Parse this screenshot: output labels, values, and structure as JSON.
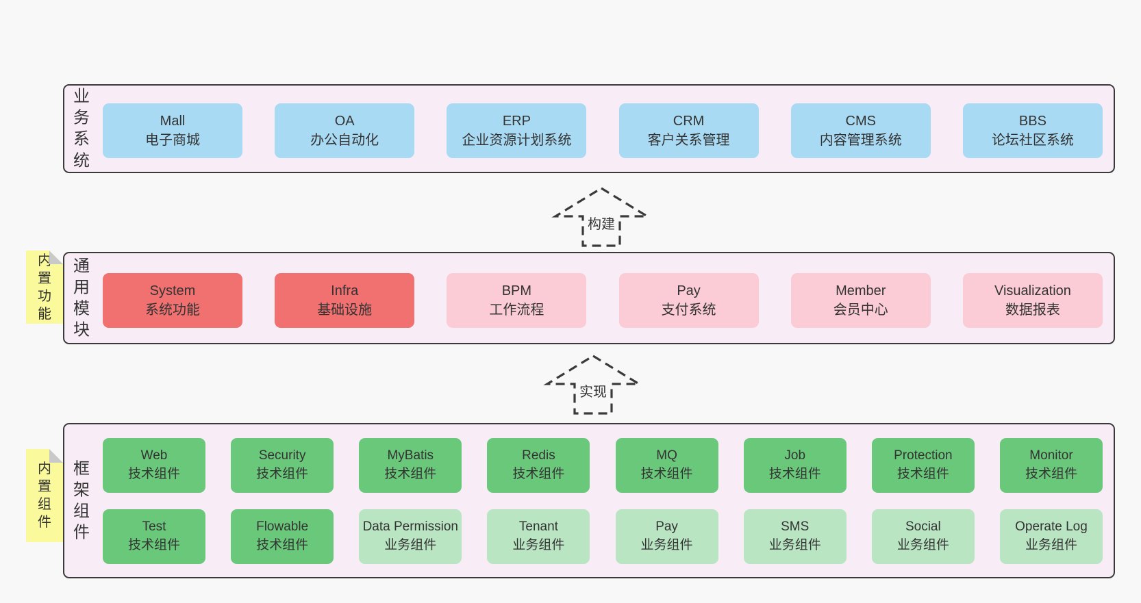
{
  "colors": {
    "page-bg": "#f8f8f8",
    "panel-bg": "#f8edf6",
    "panel-border": "#3a3a3a",
    "box-blue": "#a9daf3",
    "box-red": "#f17070",
    "box-pink": "#fbccd5",
    "box-green": "#6ac87b",
    "box-green-light": "#b9e5c3",
    "note-yellow": "#fafa9d",
    "note-fold": "#c9c9c9",
    "text": "#333333",
    "arrow": "#3a3a3a"
  },
  "arrows": [
    {
      "label": "构建"
    },
    {
      "label": "实现"
    }
  ],
  "sections": [
    {
      "side_label": "业务系统",
      "rows": [
        [
          {
            "title": "Mall",
            "subtitle": "电子商城"
          },
          {
            "title": "OA",
            "subtitle": "办公自动化"
          },
          {
            "title": "ERP",
            "subtitle": "企业资源计划系统"
          },
          {
            "title": "CRM",
            "subtitle": "客户关系管理"
          },
          {
            "title": "CMS",
            "subtitle": "内容管理系统"
          },
          {
            "title": "BBS",
            "subtitle": "论坛社区系统"
          }
        ]
      ]
    },
    {
      "side_label": "通用模块",
      "note": "内置功能",
      "rows": [
        [
          {
            "title": "System",
            "subtitle": "系统功能"
          },
          {
            "title": "Infra",
            "subtitle": "基础设施"
          },
          {
            "title": "BPM",
            "subtitle": "工作流程"
          },
          {
            "title": "Pay",
            "subtitle": "支付系统"
          },
          {
            "title": "Member",
            "subtitle": "会员中心"
          },
          {
            "title": "Visualization",
            "subtitle": "数据报表"
          }
        ]
      ]
    },
    {
      "side_label": "框架组件",
      "note": "内置组件",
      "rows": [
        [
          {
            "title": "Web",
            "subtitle": "技术组件"
          },
          {
            "title": "Security",
            "subtitle": "技术组件"
          },
          {
            "title": "MyBatis",
            "subtitle": "技术组件"
          },
          {
            "title": "Redis",
            "subtitle": "技术组件"
          },
          {
            "title": "MQ",
            "subtitle": "技术组件"
          },
          {
            "title": "Job",
            "subtitle": "技术组件"
          },
          {
            "title": "Protection",
            "subtitle": "技术组件"
          },
          {
            "title": "Monitor",
            "subtitle": "技术组件"
          }
        ],
        [
          {
            "title": "Test",
            "subtitle": "技术组件"
          },
          {
            "title": "Flowable",
            "subtitle": "技术组件"
          },
          {
            "title": "Data Permission",
            "subtitle": "业务组件"
          },
          {
            "title": "Tenant",
            "subtitle": "业务组件"
          },
          {
            "title": "Pay",
            "subtitle": "业务组件"
          },
          {
            "title": "SMS",
            "subtitle": "业务组件"
          },
          {
            "title": "Social",
            "subtitle": "业务组件"
          },
          {
            "title": "Operate Log",
            "subtitle": "业务组件"
          }
        ]
      ]
    }
  ]
}
